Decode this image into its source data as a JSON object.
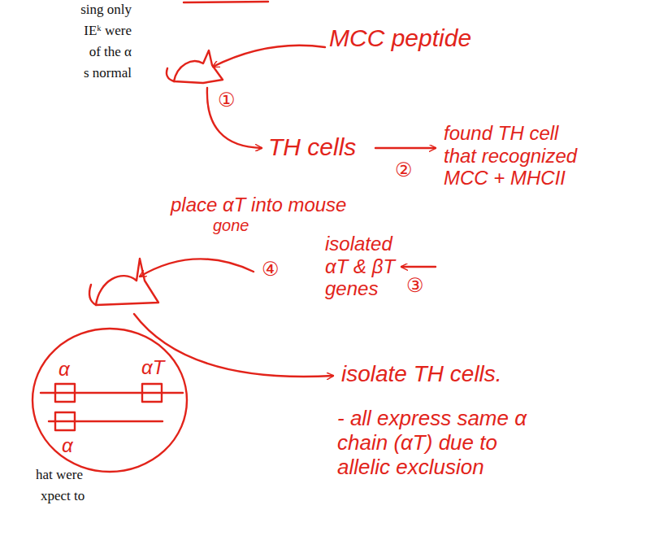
{
  "diagram": {
    "labels": [
      "sing only",
      "IEᵏ were",
      "of the α",
      "s normal",
      "hat were",
      "xpect to",
      "MCC peptide",
      "①",
      "TH cells",
      "found TH cell that recognized MCC + MHCII",
      "②",
      "place αT into mouse",
      "gone",
      "isolated αT & βT genes",
      "③",
      "④",
      "α",
      "αT",
      "α",
      "isolate TH cells.",
      "- all express same α chain (αT) due to allelic exclusion"
    ]
  }
}
